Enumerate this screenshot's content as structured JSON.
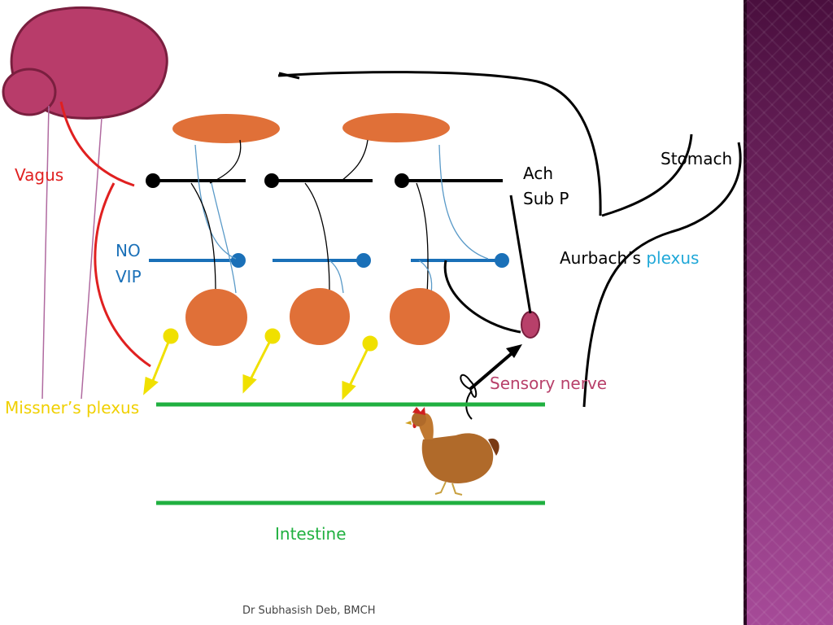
{
  "labels": {
    "vagus": "Vagus",
    "no": "NO",
    "vip": "VIP",
    "ach": "Ach",
    "sub_p": "Sub P",
    "stomach": "Stomach",
    "aurbach_prefix": "Aurbach’s ",
    "aurbach_suffix": "plexus",
    "sensory_nerve": "Sensory nerve",
    "missner": "Missner’s plexus",
    "intestine": "Intestine",
    "credit": "Dr Subhasish Deb, BMCH"
  },
  "colors": {
    "brain": "#b83c6a",
    "brain_stroke": "#7a1f3f",
    "vagus": "#e02020",
    "missner_line": "#b06aa0",
    "orange_cell": "#e07038",
    "inhibitory": "#1a70b8",
    "thin_nerve": "#5a9ac8",
    "yellow": "#f0e000",
    "green": "#20b040",
    "sensory": "#b8406a",
    "aurbach_plexus_word": "#20a8d8",
    "side_band": "#7a2a6a"
  },
  "icons": {
    "chicken": "chicken-illustration"
  }
}
